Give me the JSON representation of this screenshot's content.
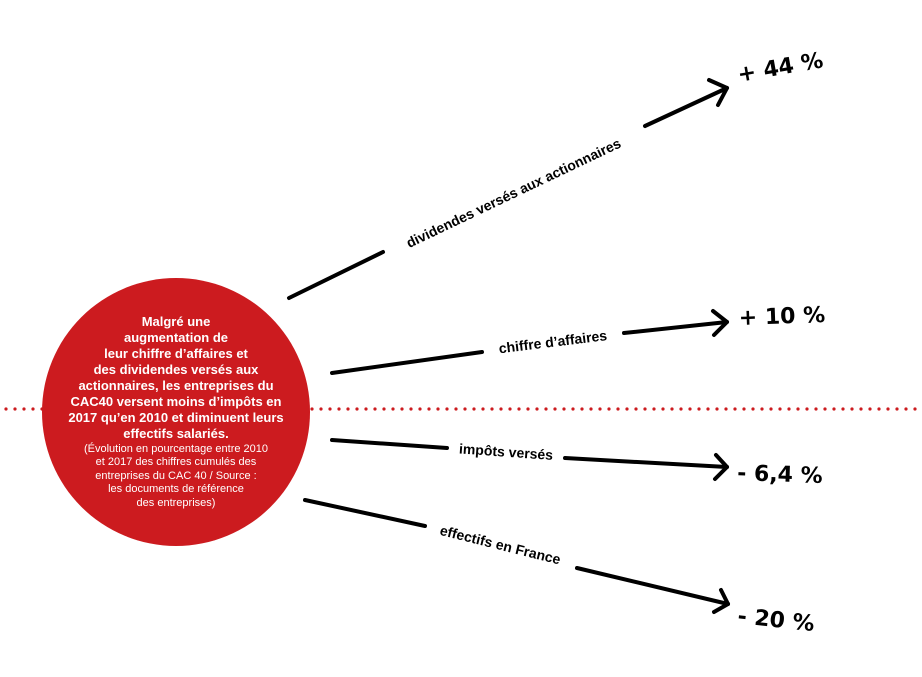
{
  "center": {
    "lines": [
      "Malgré une",
      "augmentation de",
      "leur chiffre d’affaires et",
      "des dividendes versés aux",
      "actionnaires, les entreprises du",
      "CAC40 versent moins d’impôts en",
      "2017 qu’en 2010 et diminuent leurs",
      "effectifs salariés."
    ],
    "note_lines": [
      "(Évolution en pourcentage entre 2010",
      "et 2017 des chiffres cumulés des",
      "entreprises du CAC 40 / Source :",
      "les documents de référence",
      "des entreprises)"
    ]
  },
  "branches": [
    {
      "label": "dividendes versés aux actionnaires",
      "value": "+ 44 %"
    },
    {
      "label": "chiffre d’affaires",
      "value": "+ 10 %"
    },
    {
      "label": "impôts versés",
      "value": "- 6,4 %"
    },
    {
      "label": "effectifs en France",
      "value": "- 20 %"
    }
  ],
  "colors": {
    "circle": "#cc1b1f",
    "divider": "#cc1b1f",
    "ink": "#000000"
  }
}
